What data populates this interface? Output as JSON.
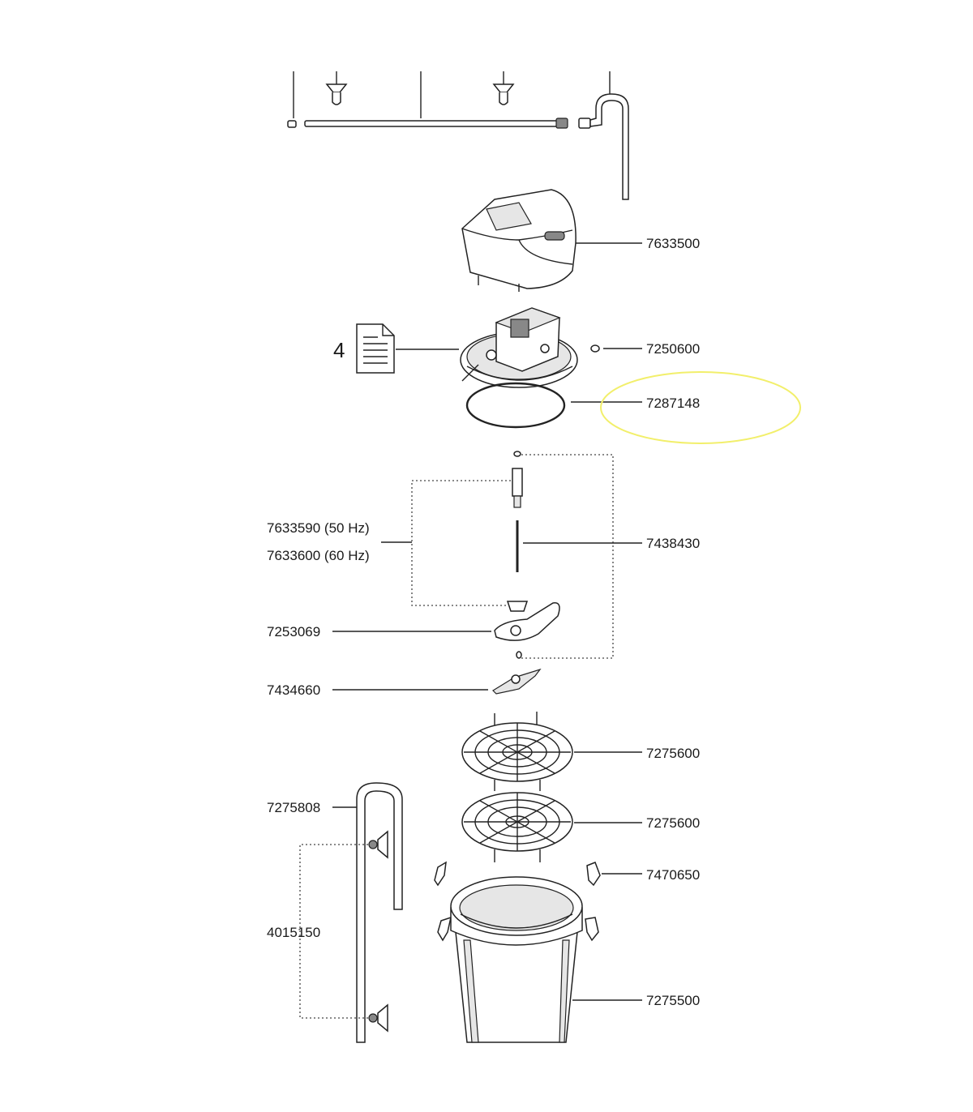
{
  "parts": {
    "p7633500": "7633500",
    "p7250600": "7250600",
    "p7287148": "7287148",
    "p7633590": "7633590 (50 Hz)",
    "p7633600": "7633600 (60 Hz)",
    "p7438430": "7438430",
    "p7253069": "7253069",
    "p7434660": "7434660",
    "p7275600a": "7275600",
    "p7275600b": "7275600",
    "p7275808": "7275808",
    "p7470650": "7470650",
    "p4015150": "4015150",
    "p7275500": "7275500"
  },
  "document_ref": "4",
  "highlight": {
    "color": "#f2ef6b",
    "target": "7287148"
  },
  "icons": [
    "document-icon",
    "suction-cup-icon"
  ]
}
